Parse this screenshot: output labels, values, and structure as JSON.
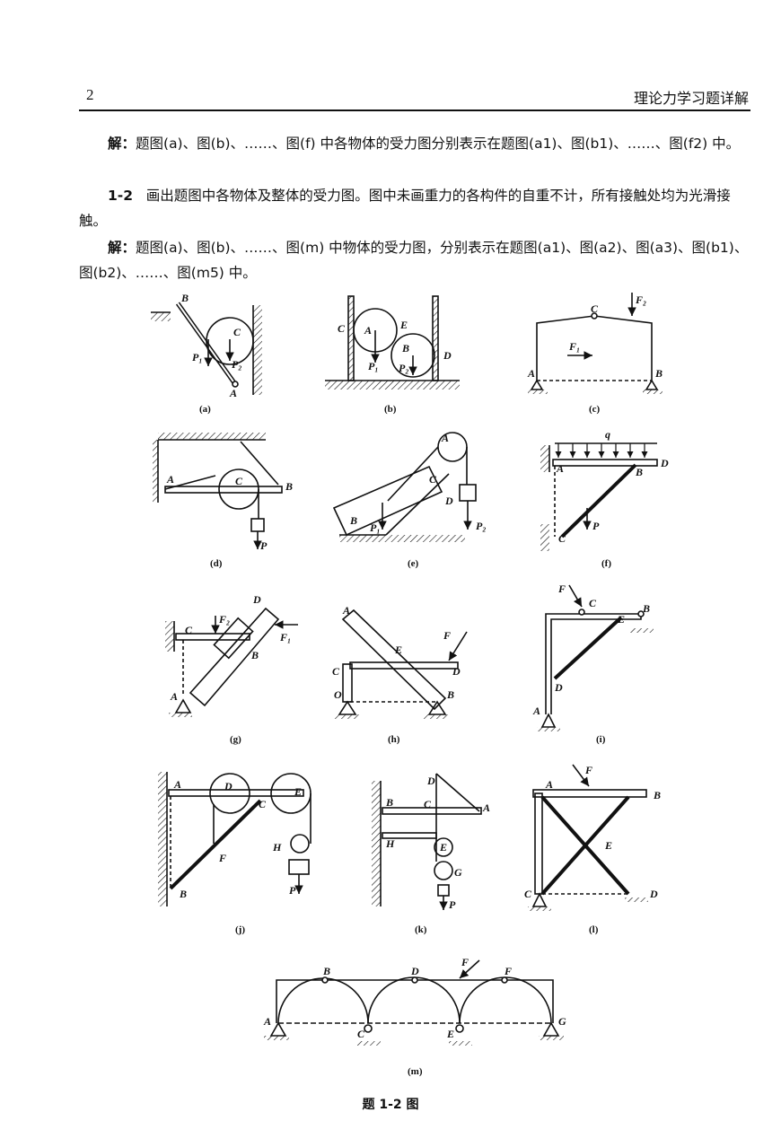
{
  "header": {
    "page_number": "2",
    "book_title": "理论力学习题详解"
  },
  "para1": {
    "prefix": "解：",
    "text": "题图(a)、图(b)、……、图(f) 中各物体的受力图分别表示在题图(a1)、图(b1)、……、图(f2) 中。"
  },
  "problem": {
    "number": "1-2",
    "text": "画出题图中各物体及整体的受力图。图中未画重力的各构件的自重不计，所有接触处均为光滑接触。"
  },
  "para2": {
    "prefix": "解：",
    "text": "题图(a)、图(b)、……、图(m) 中物体的受力图，分别表示在题图(a1)、图(a2)、图(a3)、图(b1)、图(b2)、……、图(m5) 中。"
  },
  "figures": {
    "captions": [
      "(a)",
      "(b)",
      "(c)",
      "(d)",
      "(e)",
      "(f)",
      "(g)",
      "(h)",
      "(i)",
      "(j)",
      "(k)",
      "(l)",
      "(m)"
    ],
    "figure_caption": "题 1-2 图"
  }
}
